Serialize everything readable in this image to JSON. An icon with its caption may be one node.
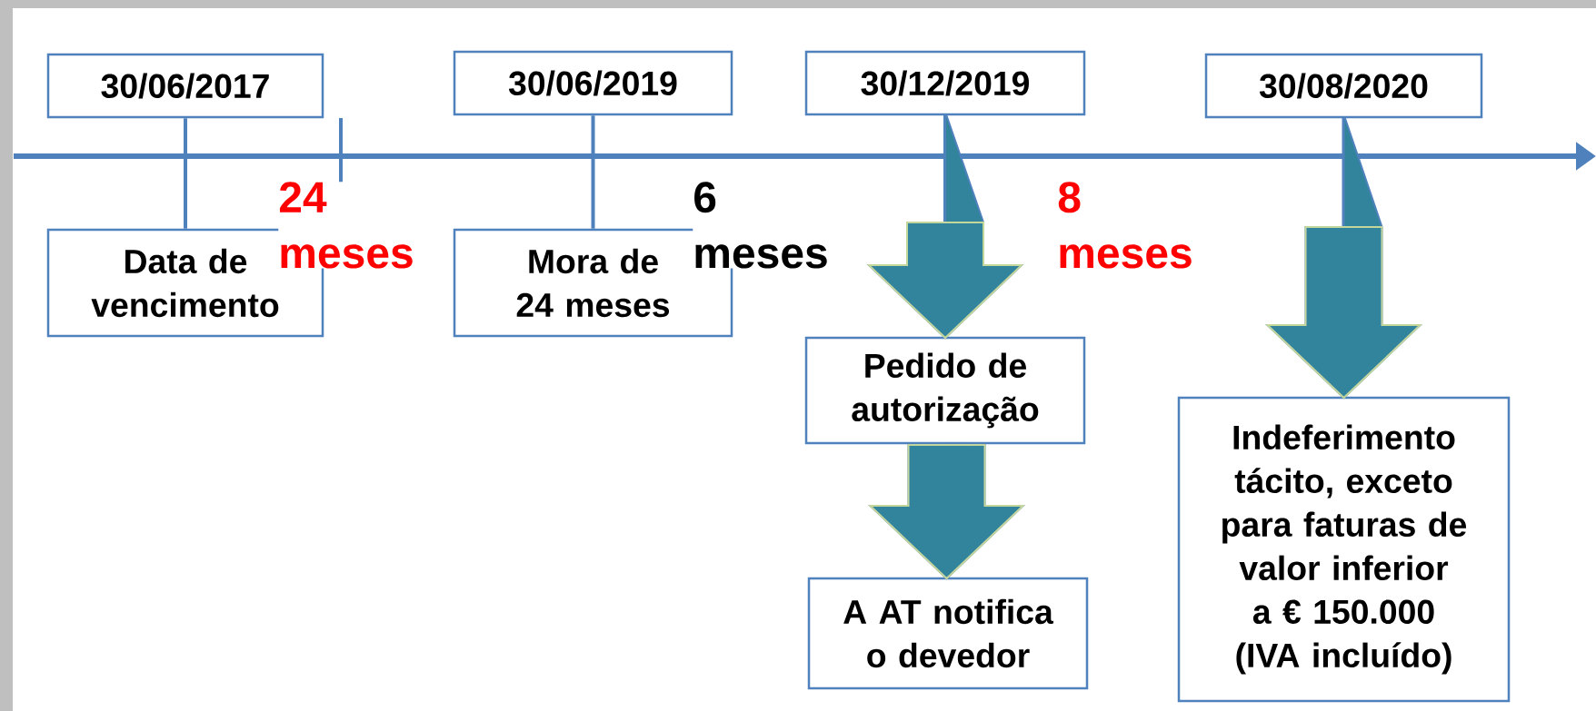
{
  "diagram": {
    "nodes": [
      {
        "text": [
          "30/06/2017"
        ]
      },
      {
        "text": [
          "Data de vencimento"
        ]
      },
      {
        "text": [
          "30/06/2019"
        ]
      },
      {
        "text": [
          "Mora de 24 meses"
        ]
      },
      {
        "text": [
          "30/12/2019"
        ]
      },
      {
        "text": [
          "Pedido de autorização"
        ]
      },
      {
        "text": [
          "A AT notifica o devedor"
        ]
      },
      {
        "text": [
          "30/08/2020"
        ]
      },
      {
        "text": [
          "Indeferimento tácito, exceto para faturas de valor inferior a € 150.000 (IVA incluído)"
        ]
      }
    ],
    "edges": [
      {
        "from": 0,
        "to": 1,
        "arrow": "none"
      },
      {
        "from": 2,
        "to": 3,
        "arrow": "none"
      },
      {
        "from": 4,
        "to": 5,
        "arrow": "to"
      },
      {
        "from": 5,
        "to": 6,
        "arrow": "to"
      },
      {
        "from": 7,
        "to": 8,
        "arrow": "to"
      }
    ],
    "labels": [
      "24 meses",
      "6 meses",
      "8 meses"
    ]
  }
}
